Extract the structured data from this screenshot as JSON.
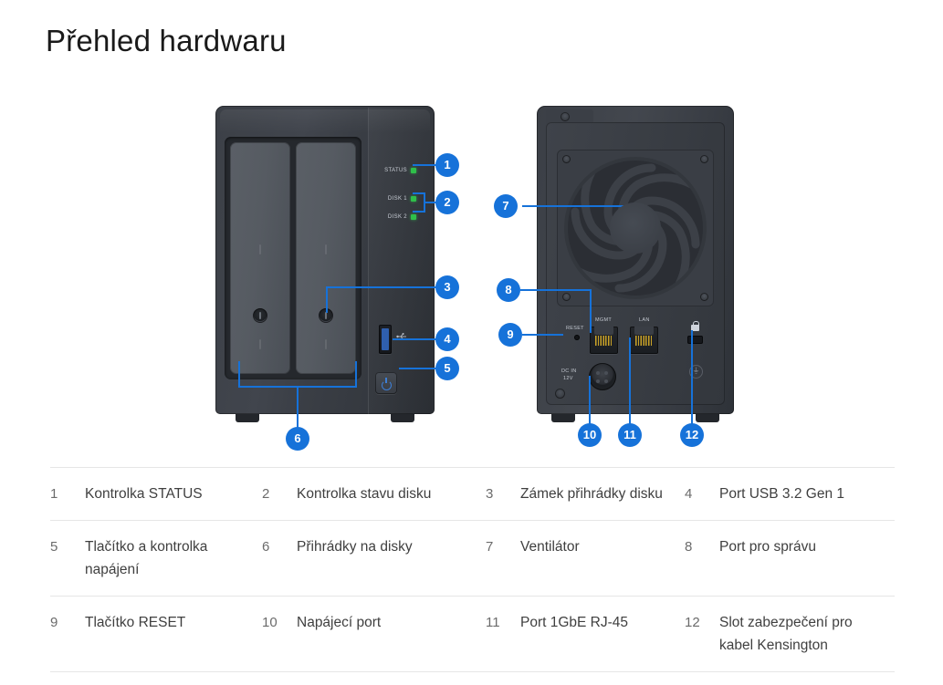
{
  "page": {
    "title": "Přehled hardwaru",
    "accent_color": "#1672d9",
    "led_color": "#2fbf4a",
    "divider_color": "#e6e6e6",
    "text_color": "#3f3f3f"
  },
  "front_view": {
    "name": "front-panel",
    "led_labels": {
      "status": "STATUS",
      "disk1": "DISK 1",
      "disk2": "DISK 2"
    },
    "usb_icon": "usb-trident-icon",
    "power_icon": "power-symbol-icon"
  },
  "rear_view": {
    "name": "rear-panel",
    "port_labels": {
      "reset": "RESET",
      "mgmt": "MGMT",
      "lan": "LAN",
      "dc_in_line1": "DC IN",
      "dc_in_line2": "12V"
    },
    "ground_symbol": "⏚",
    "lock_icon": "padlock-icon"
  },
  "callouts": [
    {
      "number": "1",
      "target": "status-led"
    },
    {
      "number": "2",
      "target": "disk-status-leds"
    },
    {
      "number": "3",
      "target": "drive-tray-lock"
    },
    {
      "number": "4",
      "target": "usb-port"
    },
    {
      "number": "5",
      "target": "power-button"
    },
    {
      "number": "6",
      "target": "drive-trays"
    },
    {
      "number": "7",
      "target": "fan"
    },
    {
      "number": "8",
      "target": "management-port"
    },
    {
      "number": "9",
      "target": "reset-button"
    },
    {
      "number": "10",
      "target": "power-port"
    },
    {
      "number": "11",
      "target": "lan-port"
    },
    {
      "number": "12",
      "target": "kensington-slot"
    }
  ],
  "legend": {
    "rows": [
      [
        {
          "num": "1",
          "label": "Kontrolka STATUS"
        },
        {
          "num": "2",
          "label": "Kontrolka stavu disku"
        },
        {
          "num": "3",
          "label": "Zámek přihrádky disku"
        },
        {
          "num": "4",
          "label": "Port USB 3.2 Gen 1"
        }
      ],
      [
        {
          "num": "5",
          "label": "Tlačítko a kontrolka napájení"
        },
        {
          "num": "6",
          "label": "Přihrádky na disky"
        },
        {
          "num": "7",
          "label": "Ventilátor"
        },
        {
          "num": "8",
          "label": "Port pro správu"
        }
      ],
      [
        {
          "num": "9",
          "label": "Tlačítko RESET"
        },
        {
          "num": "10",
          "label": "Napájecí port"
        },
        {
          "num": "11",
          "label": "Port 1GbE RJ-45"
        },
        {
          "num": "12",
          "label": "Slot zabezpečení pro kabel Kensington"
        }
      ]
    ]
  }
}
